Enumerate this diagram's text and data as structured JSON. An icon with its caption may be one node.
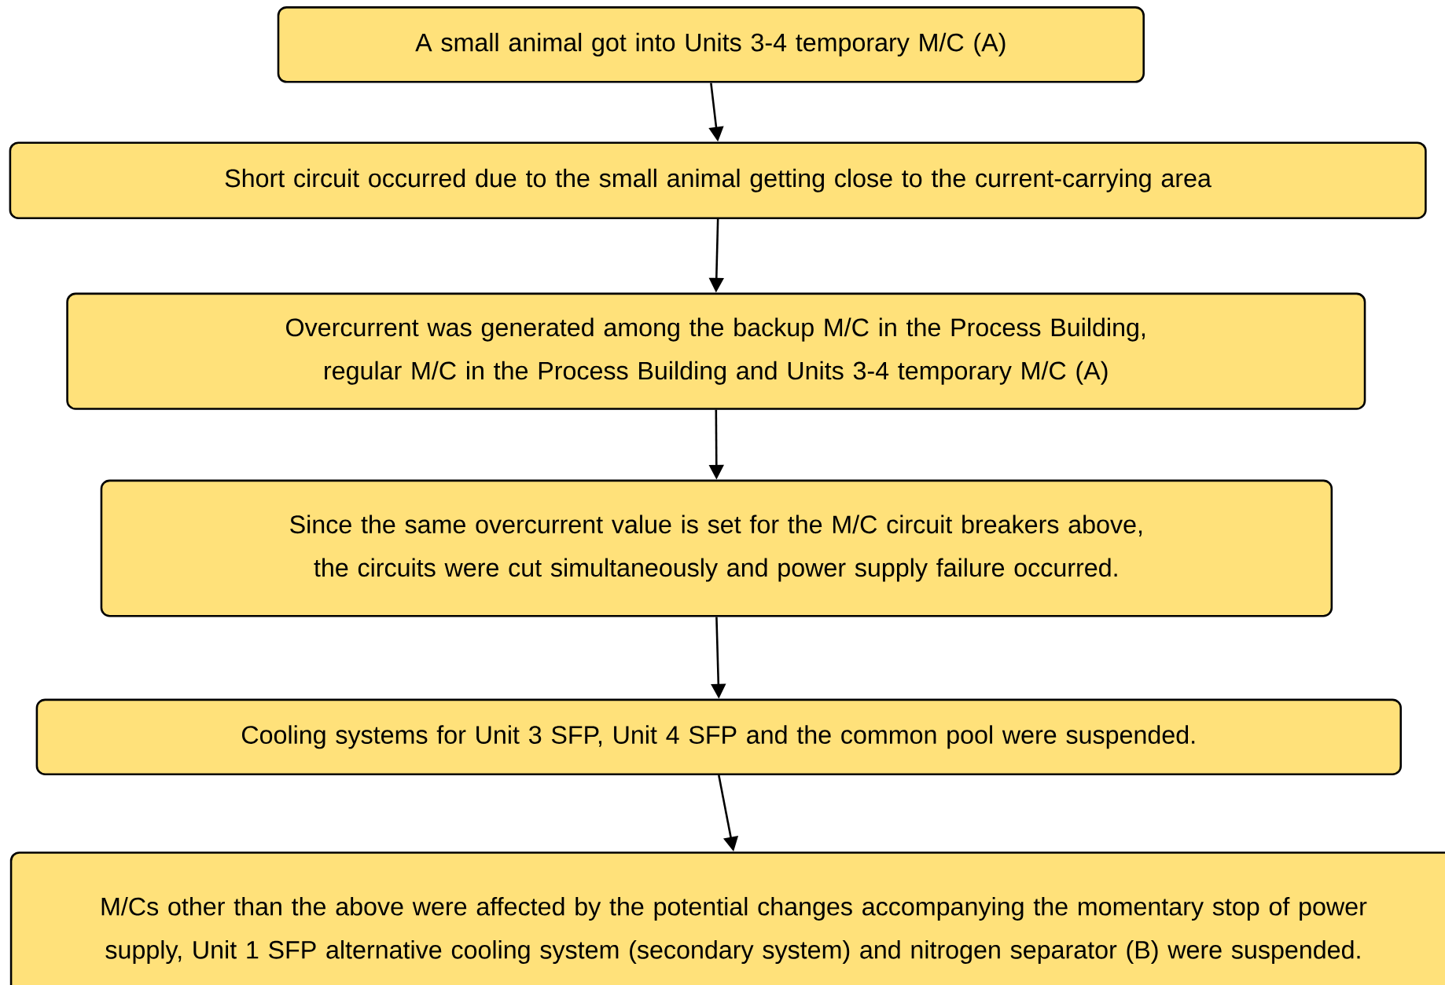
{
  "diagram": {
    "nodes": [
      {
        "text": [
          "A small animal got into Units 3-4 temporary M/C (A)"
        ]
      },
      {
        "text": [
          "Short circuit occurred due to the small animal getting close to the current-carrying area"
        ]
      },
      {
        "text": [
          "Overcurrent was generated among the backup M/C in the Process Building, regular M/C in the Process Building and Units 3-4 temporary M/C (A)"
        ]
      },
      {
        "text": [
          "Since the same overcurrent value is set for the M/C circuit breakers above, the circuits were cut simultaneously and power supply failure occurred."
        ]
      },
      {
        "text": [
          "Cooling systems for Unit 3 SFP, Unit 4 SFP and the common pool were suspended."
        ]
      },
      {
        "text": [
          "M/Cs other than the above were affected by the potential changes accompanying the momentary stop of power supply, Unit 1 SFP alternative cooling system (secondary system) and nitrogen separator (B) were suspended."
        ]
      }
    ],
    "edges": [
      {
        "from": 0,
        "to": 1,
        "arrow": "to"
      },
      {
        "from": 1,
        "to": 2,
        "arrow": "to"
      },
      {
        "from": 2,
        "to": 3,
        "arrow": "to"
      },
      {
        "from": 3,
        "to": 4,
        "arrow": "to"
      },
      {
        "from": 4,
        "to": 5,
        "arrow": "to"
      }
    ]
  }
}
